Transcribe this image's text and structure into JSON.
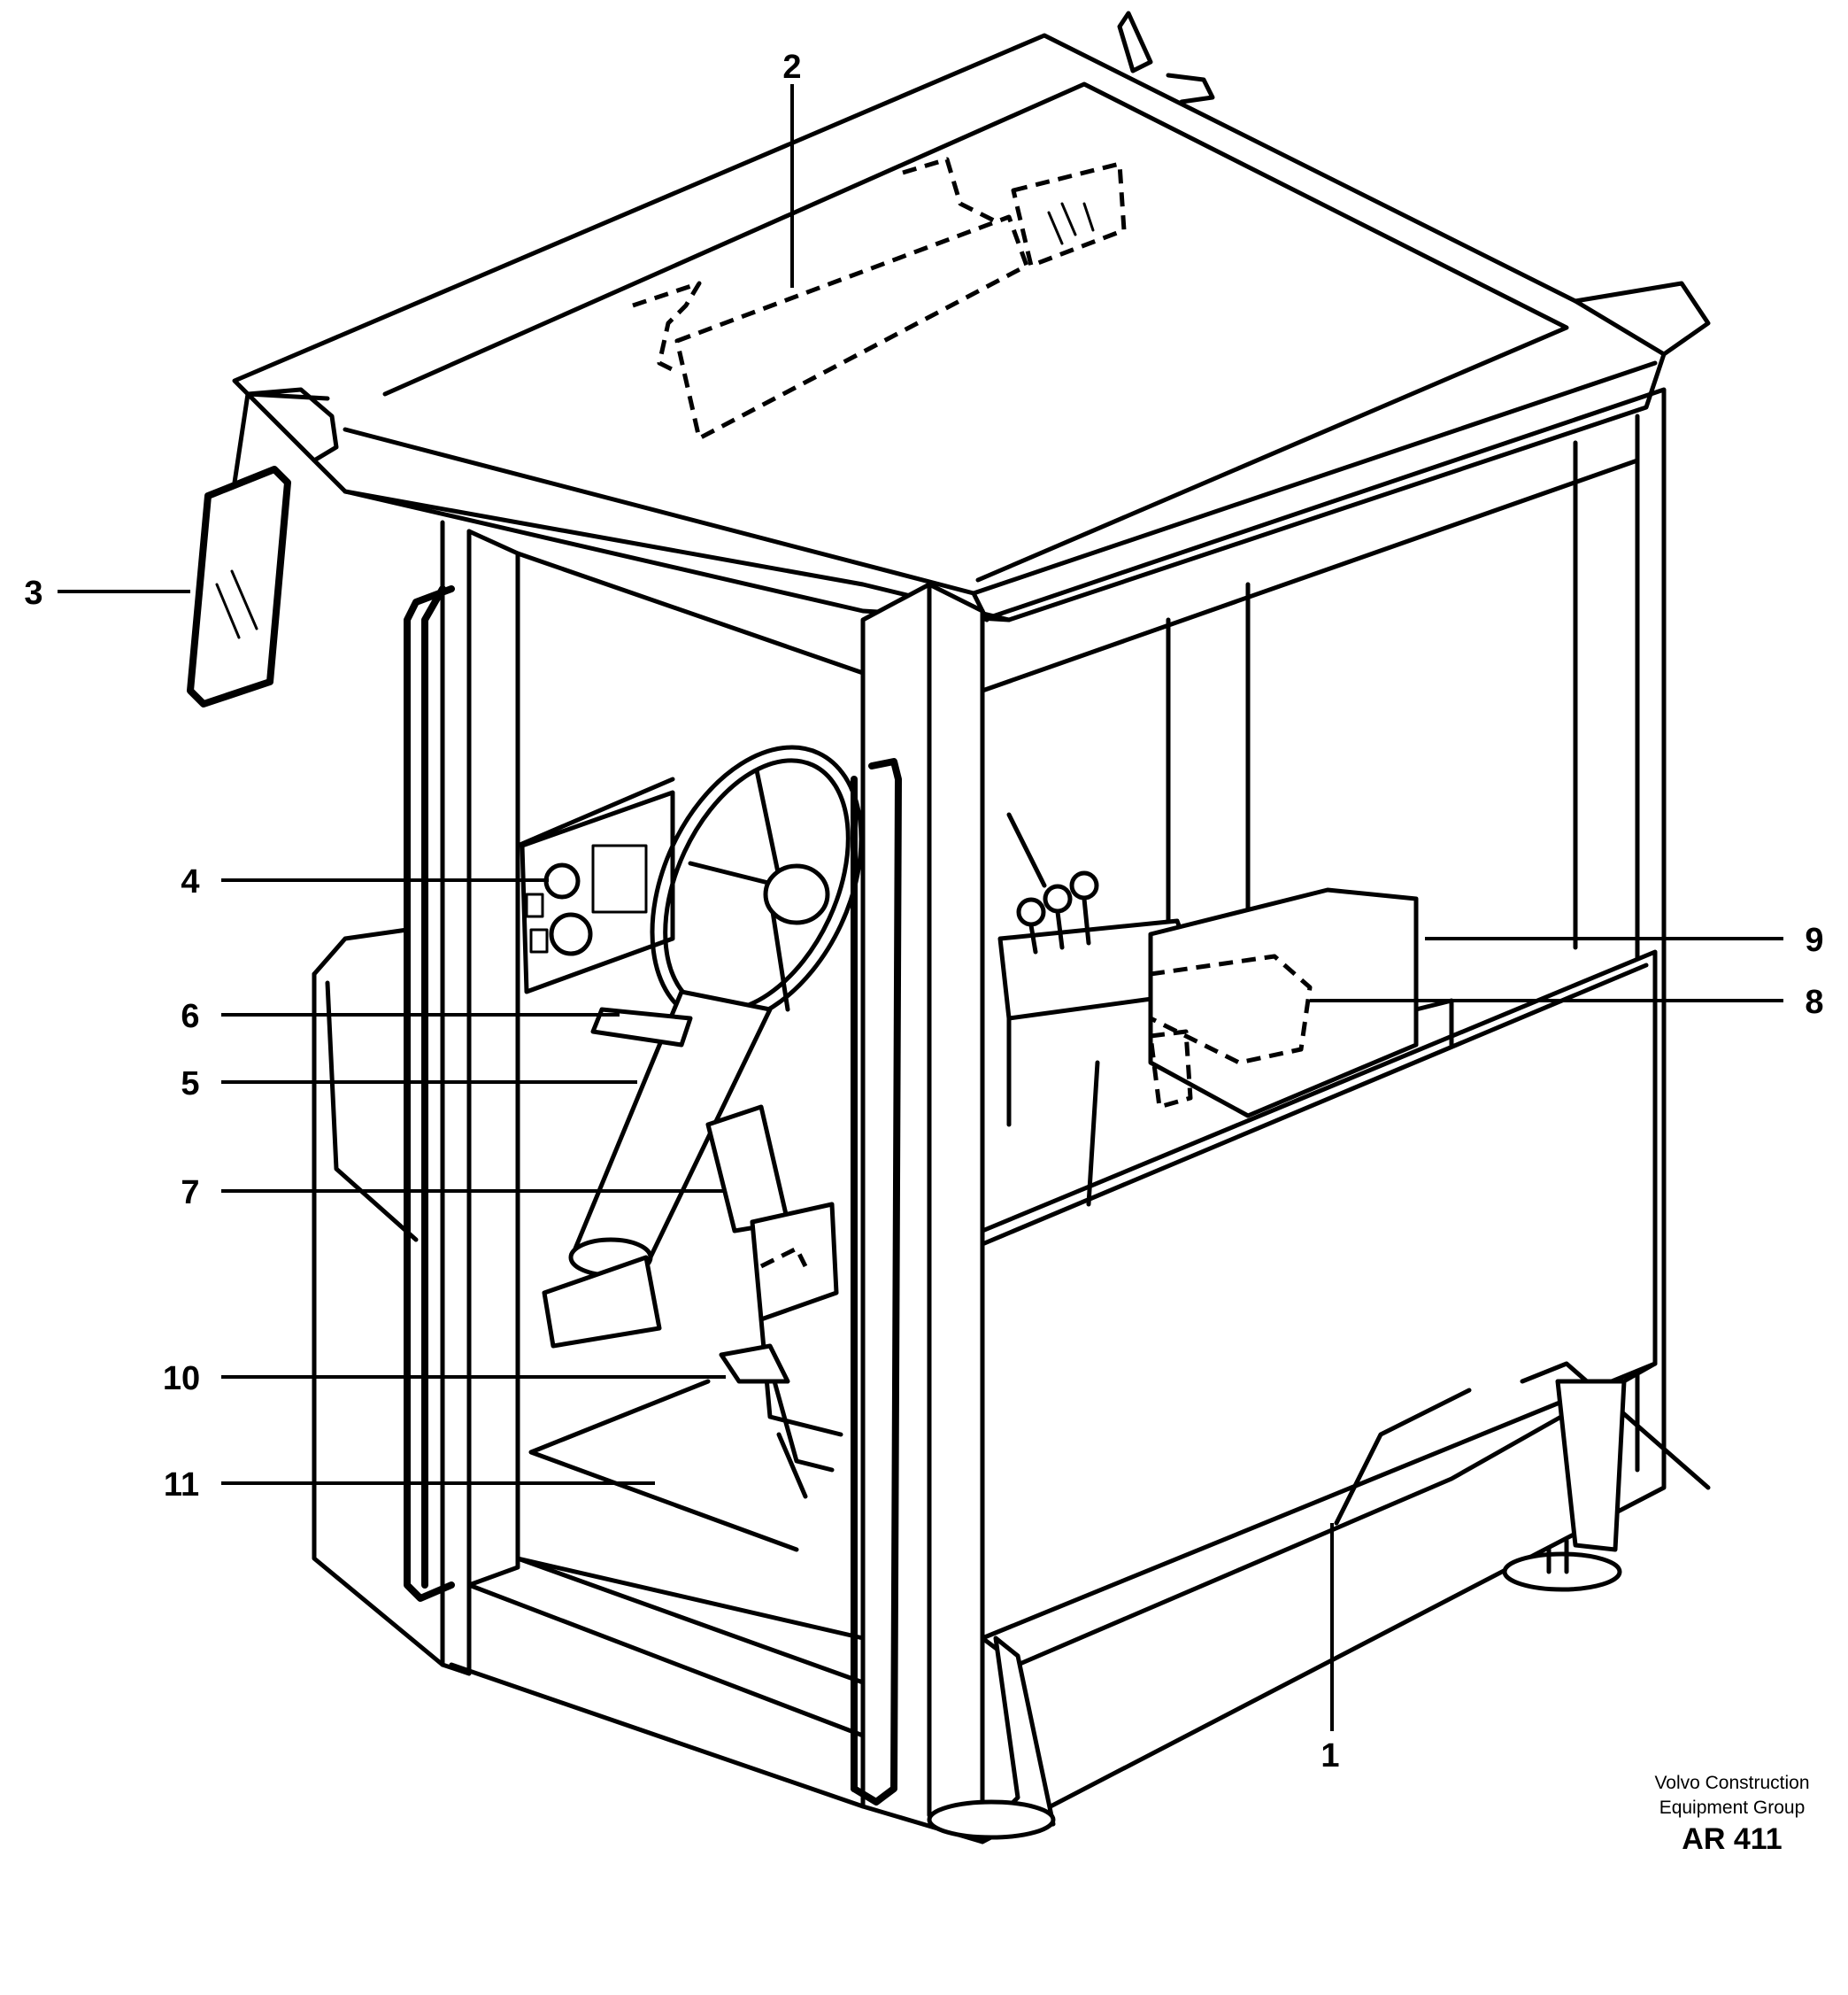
{
  "callouts": {
    "c1": "1",
    "c2": "2",
    "c3": "3",
    "c4": "4",
    "c5": "5",
    "c6": "6",
    "c7": "7",
    "c8": "8",
    "c9": "9",
    "c10": "10",
    "c11": "11"
  },
  "credit": {
    "line1": "Volvo Construction",
    "line2": "Equipment Group",
    "code": "AR 411"
  }
}
